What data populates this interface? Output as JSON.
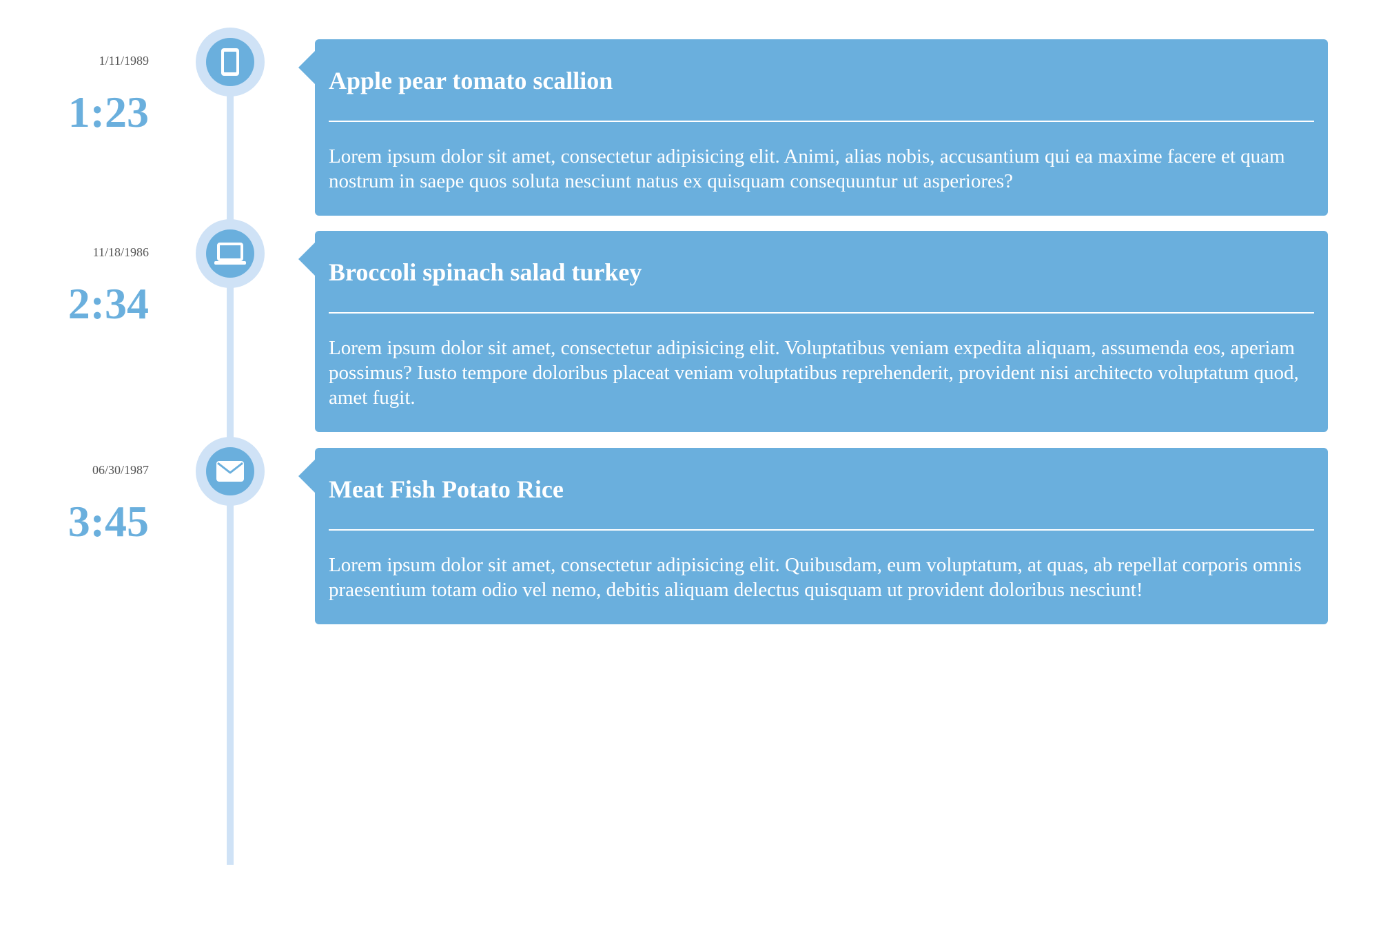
{
  "timeline": {
    "entries": [
      {
        "date": "1/11/1989",
        "time": "1:23",
        "icon": "mobile-phone-icon",
        "title": "Apple pear tomato scallion",
        "body": "Lorem ipsum dolor sit amet, consectetur adipisicing elit. Animi, alias nobis, accusantium qui ea maxime facere et quam nostrum in saepe quos soluta nesciunt natus ex quisquam consequuntur ut asperiores?"
      },
      {
        "date": "11/18/1986",
        "time": "2:34",
        "icon": "laptop-icon",
        "title": "Broccoli spinach salad turkey",
        "body": "Lorem ipsum dolor sit amet, consectetur adipisicing elit. Voluptatibus veniam expedita aliquam, assumenda eos, aperiam possimus? Iusto tempore doloribus placeat veniam voluptatibus reprehenderit, provident nisi architecto voluptatum quod, amet fugit."
      },
      {
        "date": "06/30/1987",
        "time": "3:45",
        "icon": "envelope-icon",
        "title": "Meat Fish Potato Rice",
        "body": "Lorem ipsum dolor sit amet, consectetur adipisicing elit. Quibusdam, eum voluptatum, at quas, ab repellat corporis omnis praesentium totam odio vel nemo, debitis aliquam delectus quisquam ut provident doloribus nesciunt!"
      }
    ]
  },
  "colors": {
    "accent": "#6aafdd",
    "line": "#cfe2f6",
    "date_text": "#555555",
    "card_text": "#ffffff"
  }
}
